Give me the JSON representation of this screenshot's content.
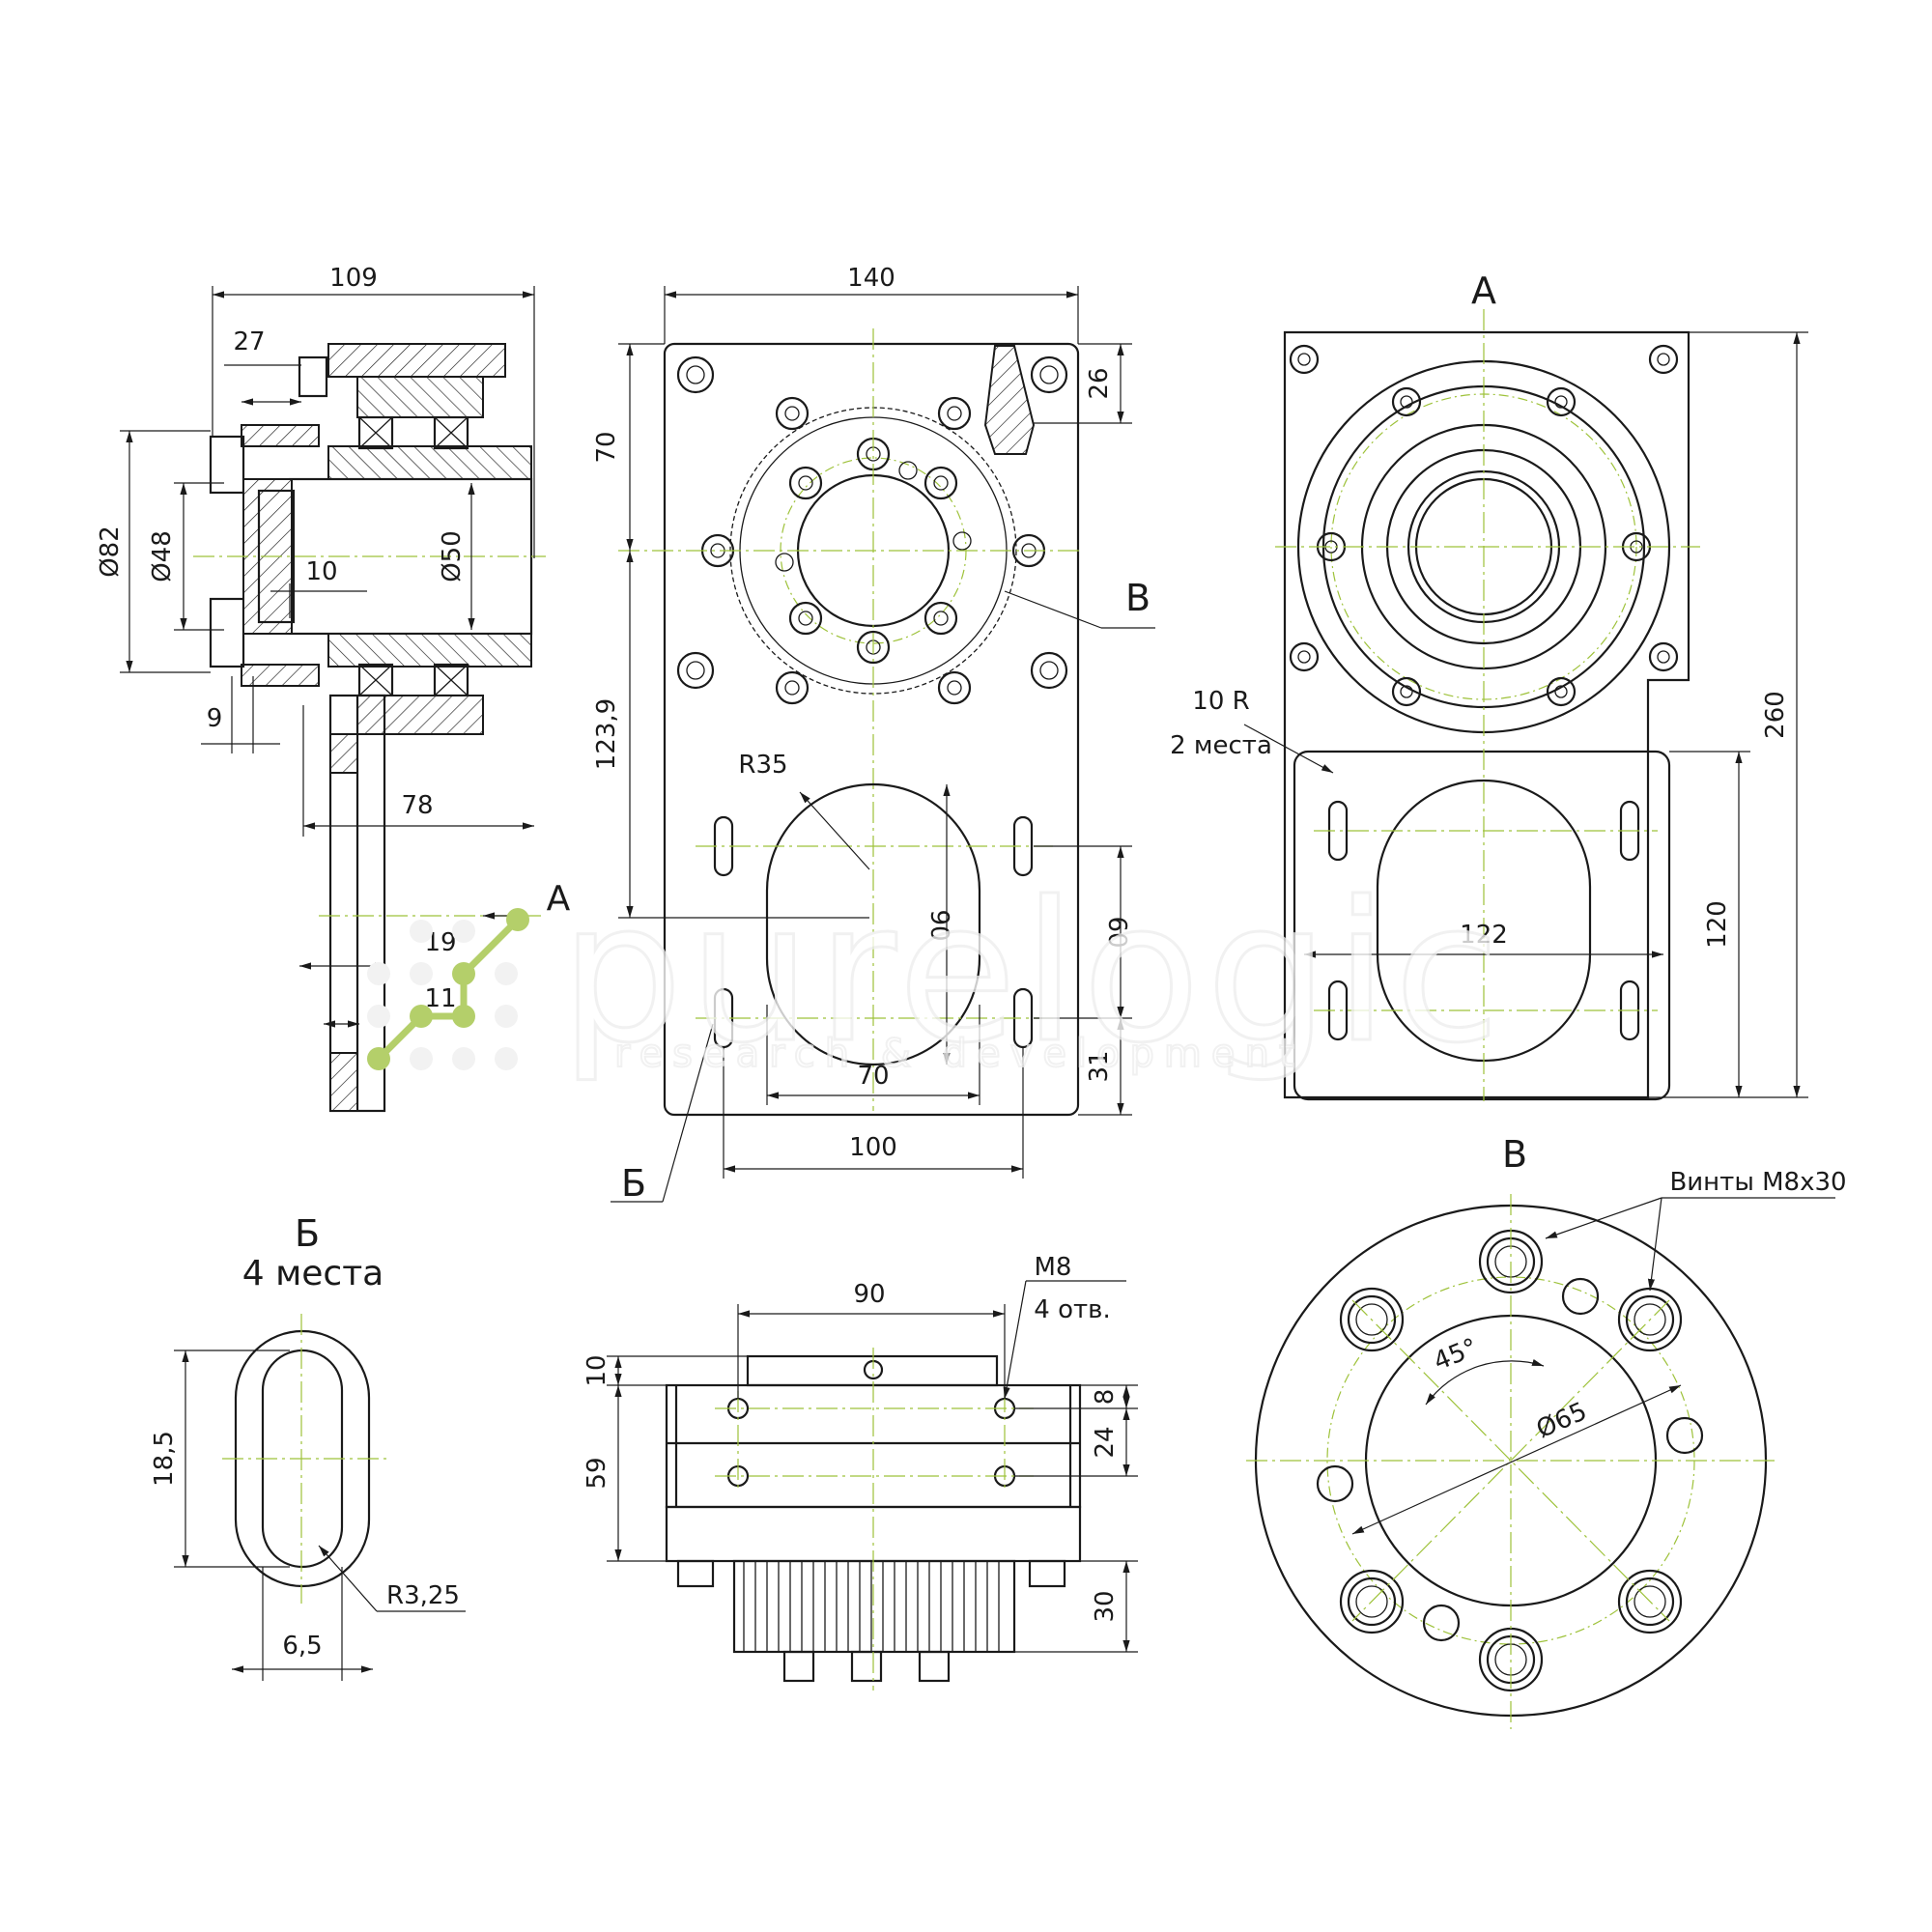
{
  "views": {
    "side": {
      "dims": {
        "width_total": "109",
        "flange_offset": "27",
        "dia_outer": "Ø82",
        "dia_inner": "Ø48",
        "dia_shaft": "Ø50",
        "gap_10": "10",
        "gap_9": "9",
        "length_78": "78",
        "thickness_19": "19",
        "thickness_11": "11"
      },
      "view_arrow_label": "A"
    },
    "front": {
      "dims": {
        "width_140": "140",
        "top_70": "70",
        "top_26": "26",
        "mid_123_9": "123,9",
        "radius_r35": "R35",
        "slot_90": "90",
        "slot_60": "60",
        "bottom_31": "31",
        "slot_width_70": "70",
        "bottom_100": "100"
      },
      "section_b_label": "В",
      "detail_b_label": "Б"
    },
    "view_a": {
      "title": "А",
      "dims": {
        "radius_note_1": "10 R",
        "radius_note_2": "2 места",
        "height_260": "260",
        "height_120": "120",
        "width_122": "122"
      }
    },
    "detail_slot": {
      "title": "Б",
      "subtitle": "4 места",
      "dims": {
        "length_18_5": "18,5",
        "radius_r3_25": "R3,25",
        "width_6_5": "6,5"
      }
    },
    "bottom": {
      "dims": {
        "width_90": "90",
        "thread_m8": "M8",
        "holes_4": "4 отв.",
        "top_10": "10",
        "plate_59": "59",
        "h_8": "8",
        "h_24": "24",
        "h_30": "30"
      }
    },
    "view_b": {
      "title": "В",
      "screws_note": "Винты M8x30",
      "angle": "45°",
      "dia_65": "Ø65"
    }
  },
  "watermark": {
    "brand": "purelogic",
    "tagline": "research & development"
  },
  "colors": {
    "line": "#1a1a1a",
    "centerline": "#9ec23a",
    "logo_green": "#b4cf6a"
  }
}
